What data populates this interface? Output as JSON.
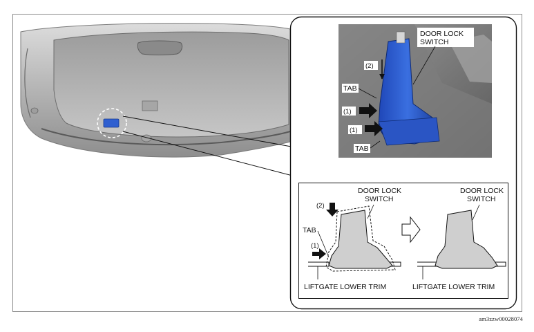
{
  "figure_id": "am3zzw00028074",
  "photo_callout": {
    "labels": {
      "switch_line1": "DOOR LOCK",
      "switch_line2": "SWITCH",
      "step2": "(2)",
      "tab_upper": "TAB",
      "step1_upper": "(1)",
      "step1_lower": "(1)",
      "tab_lower": "TAB"
    }
  },
  "before_panel": {
    "switch_line1": "DOOR LOCK",
    "switch_line2": "SWITCH",
    "step2": "(2)",
    "tab": "TAB",
    "step1": "(1)",
    "trim": "LIFTGATE LOWER TRIM"
  },
  "after_panel": {
    "switch_line1": "DOOR LOCK",
    "switch_line2": "SWITCH",
    "trim": "LIFTGATE LOWER TRIM"
  },
  "colors": {
    "switch_blue": "#2f5fd0",
    "switch_gray": "#cfcfcf",
    "trim_gray": "#b9b9b9"
  }
}
